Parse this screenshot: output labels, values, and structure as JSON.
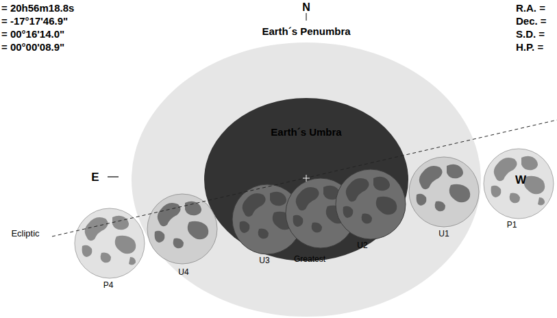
{
  "diagram": {
    "nodes": [
      {
        "text": [
          "Earth´s Penumbra"
        ]
      },
      {
        "text": [
          "Earth´s Umbra"
        ],
        "in": 0
      }
    ],
    "labels": [
      "= 20h56m18.8s",
      "= -17°17'46.9\"",
      "= 00°16'14.0\"",
      "= 00°00'08.9\"",
      "R.A. =",
      "Dec. =",
      "S.D. =",
      "H.P. =",
      "N",
      "E",
      "W",
      "Ecliptic",
      "P1",
      "U1",
      "U2",
      "Greatest",
      "U3",
      "U4",
      "P4"
    ]
  }
}
